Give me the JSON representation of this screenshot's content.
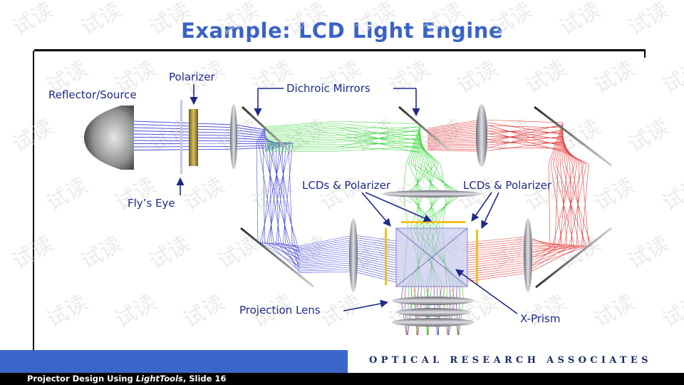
{
  "slide": {
    "title": "Example: LCD Light Engine",
    "footer_prefix": "Projector Design Using ",
    "footer_italic": "LightTools",
    "footer_suffix": ", Slide 16",
    "company": "OPTICAL RESEARCH ASSOCIATES"
  },
  "diagram": {
    "labels": {
      "polarizer": "Polarizer",
      "reflector_source": "Reflector/Source",
      "dichroic_mirrors": "Dichroic Mirrors",
      "flys_eye": "Fly’s Eye",
      "lcds_left": "LCDs & Polarizer",
      "lcds_right": "LCDs & Polarizer",
      "projection_lens": "Projection Lens",
      "x_prism": "X-Prism"
    },
    "colors": {
      "title": "#3a63c7",
      "label": "#1f2a8a",
      "blue_rays": "#2a2ad6",
      "green_rays": "#1fd21f",
      "red_rays": "#e01a1a",
      "polarizer": "#b8a040",
      "lcd_panel": "#f0c020"
    },
    "watermark": "试读"
  }
}
